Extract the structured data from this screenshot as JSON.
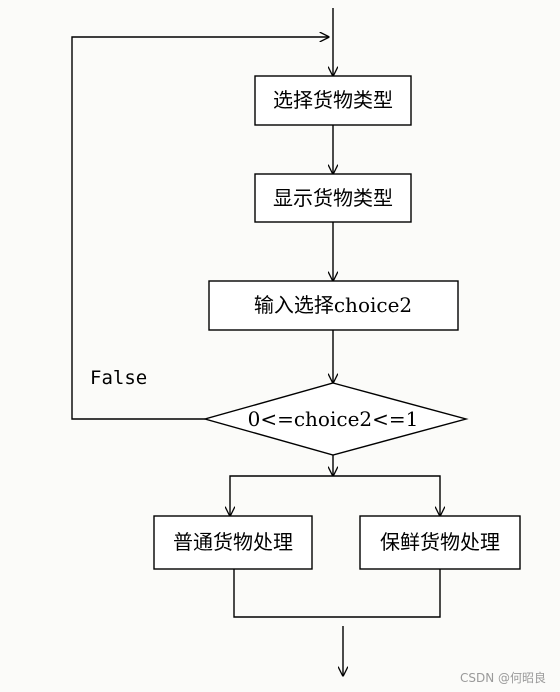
{
  "flowchart": {
    "nodes": {
      "select_type": "选择货物类型",
      "show_type": "显示货物类型",
      "input_choice": "输入选择choice2",
      "condition": "0<=choice2<=1",
      "normal": "普通货物处理",
      "fresh": "保鲜货物处理"
    },
    "loop_label": "False"
  },
  "watermark": "CSDN @何昭良"
}
